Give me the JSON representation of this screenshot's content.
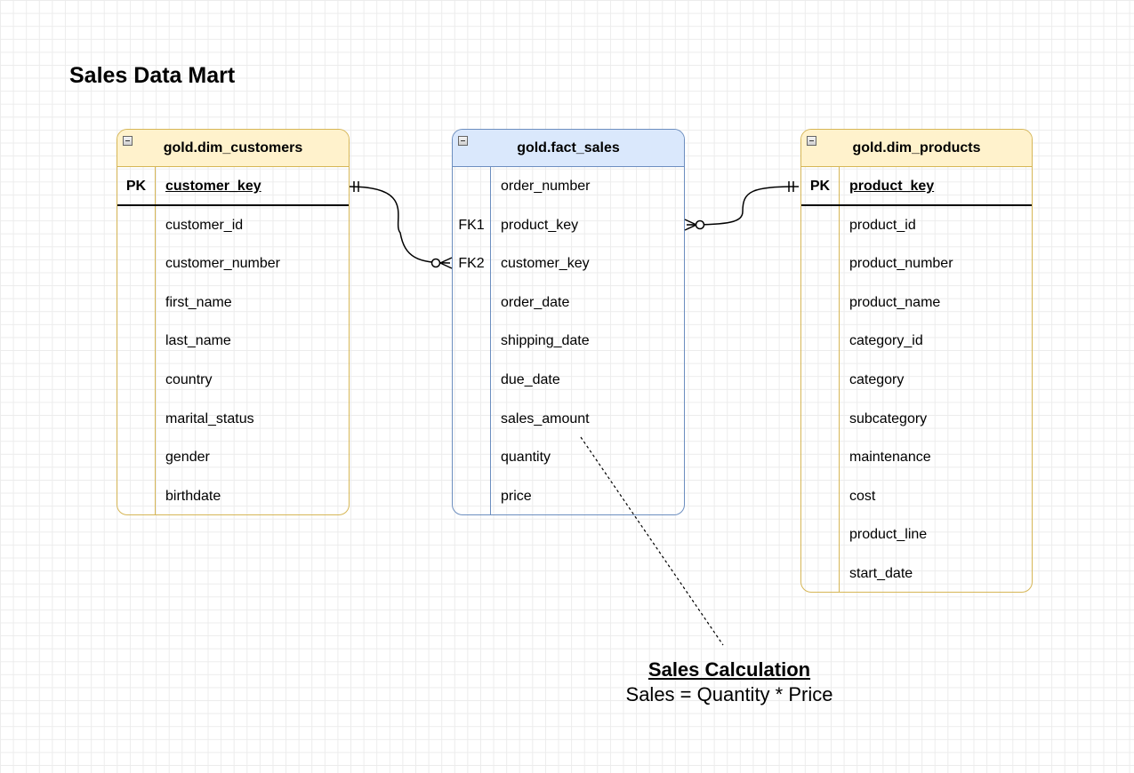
{
  "diagram": {
    "title": "Sales Data Mart",
    "tables": {
      "customers": {
        "name": "gold.dim_customers",
        "rows": [
          {
            "key": "PK",
            "field": "customer_key"
          },
          {
            "key": "",
            "field": "customer_id"
          },
          {
            "key": "",
            "field": "customer_number"
          },
          {
            "key": "",
            "field": "first_name"
          },
          {
            "key": "",
            "field": "last_name"
          },
          {
            "key": "",
            "field": "country"
          },
          {
            "key": "",
            "field": "marital_status"
          },
          {
            "key": "",
            "field": "gender"
          },
          {
            "key": "",
            "field": "birthdate"
          }
        ]
      },
      "sales": {
        "name": "gold.fact_sales",
        "rows": [
          {
            "key": "",
            "field": "order_number"
          },
          {
            "key": "FK1",
            "field": "product_key"
          },
          {
            "key": "FK2",
            "field": "customer_key"
          },
          {
            "key": "",
            "field": "order_date"
          },
          {
            "key": "",
            "field": "shipping_date"
          },
          {
            "key": "",
            "field": "due_date"
          },
          {
            "key": "",
            "field": "sales_amount"
          },
          {
            "key": "",
            "field": "quantity"
          },
          {
            "key": "",
            "field": "price"
          }
        ]
      },
      "products": {
        "name": "gold.dim_products",
        "rows": [
          {
            "key": "PK",
            "field": "product_key"
          },
          {
            "key": "",
            "field": "product_id"
          },
          {
            "key": "",
            "field": "product_number"
          },
          {
            "key": "",
            "field": "product_name"
          },
          {
            "key": "",
            "field": "category_id"
          },
          {
            "key": "",
            "field": "category"
          },
          {
            "key": "",
            "field": "subcategory"
          },
          {
            "key": "",
            "field": "maintenance"
          },
          {
            "key": "",
            "field": "cost"
          },
          {
            "key": "",
            "field": "product_line"
          },
          {
            "key": "",
            "field": "start_date"
          }
        ]
      }
    },
    "note": {
      "title": "Sales Calculation",
      "body": "Sales = Quantity * Price"
    },
    "colors": {
      "dimension_header": "#fff2cc",
      "dimension_border": "#d6b656",
      "fact_header": "#dae8fc",
      "fact_border": "#6c8ebf"
    }
  }
}
